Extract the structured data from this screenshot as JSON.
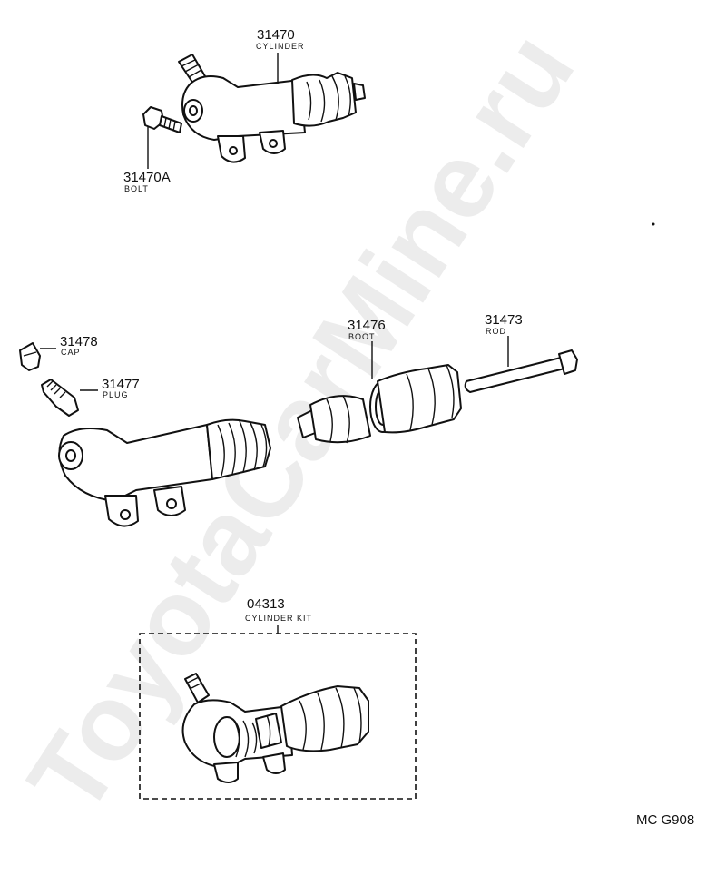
{
  "watermark": "ToyotaCarMine.ru",
  "figure_code": "MC G908",
  "parts": [
    {
      "id": "p31470",
      "number": "31470",
      "name": "CYLINDER"
    },
    {
      "id": "p31470a",
      "number": "31470A",
      "name": "BOLT"
    },
    {
      "id": "p31478",
      "number": "31478",
      "name": "CAP"
    },
    {
      "id": "p31477",
      "number": "31477",
      "name": "PLUG"
    },
    {
      "id": "p31476",
      "number": "31476",
      "name": "BOOT"
    },
    {
      "id": "p31473",
      "number": "31473",
      "name": "ROD"
    },
    {
      "id": "p04313",
      "number": "04313",
      "name": "CYLINDER KIT"
    }
  ]
}
